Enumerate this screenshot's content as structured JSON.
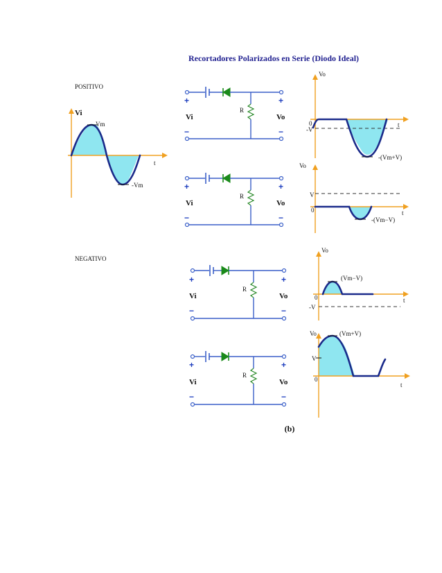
{
  "title": "Recortadores Polarizados en Serie (Diodo Ideal)",
  "caption": "(b)",
  "sections": {
    "positive": "POSITIVO",
    "negative": "NEGATIVO"
  },
  "input_wave": {
    "y_label": "Vi",
    "x_label": "t",
    "peak_label": "Vm",
    "trough_label": "-Vm"
  },
  "circuit_labels": {
    "input": "Vi",
    "output": "Vo",
    "resistor": "R",
    "plus": "+",
    "minus": "−"
  },
  "outputs": [
    {
      "y_label": "Vo",
      "x_label": "t",
      "zero": "0",
      "level": "-V",
      "extreme": "-(Vm+V)"
    },
    {
      "y_label": "Vo",
      "x_label": "t",
      "zero": "0",
      "level": "V",
      "extreme": "-(Vm−V)"
    },
    {
      "y_label": "Vo",
      "x_label": "t",
      "zero": "0",
      "level": "-V",
      "extreme": "(Vm−V)"
    },
    {
      "y_label": "Vo",
      "x_label": "t",
      "zero": "0",
      "level": "V",
      "extreme": "(Vm+V)"
    }
  ],
  "colors": {
    "title": "#1f1f8f",
    "wire": "#3a5fc8",
    "axis": "#f0a020",
    "wave": "#1a2a8a",
    "fill": "#8fe6f0",
    "diode": "#1a8a1a"
  }
}
